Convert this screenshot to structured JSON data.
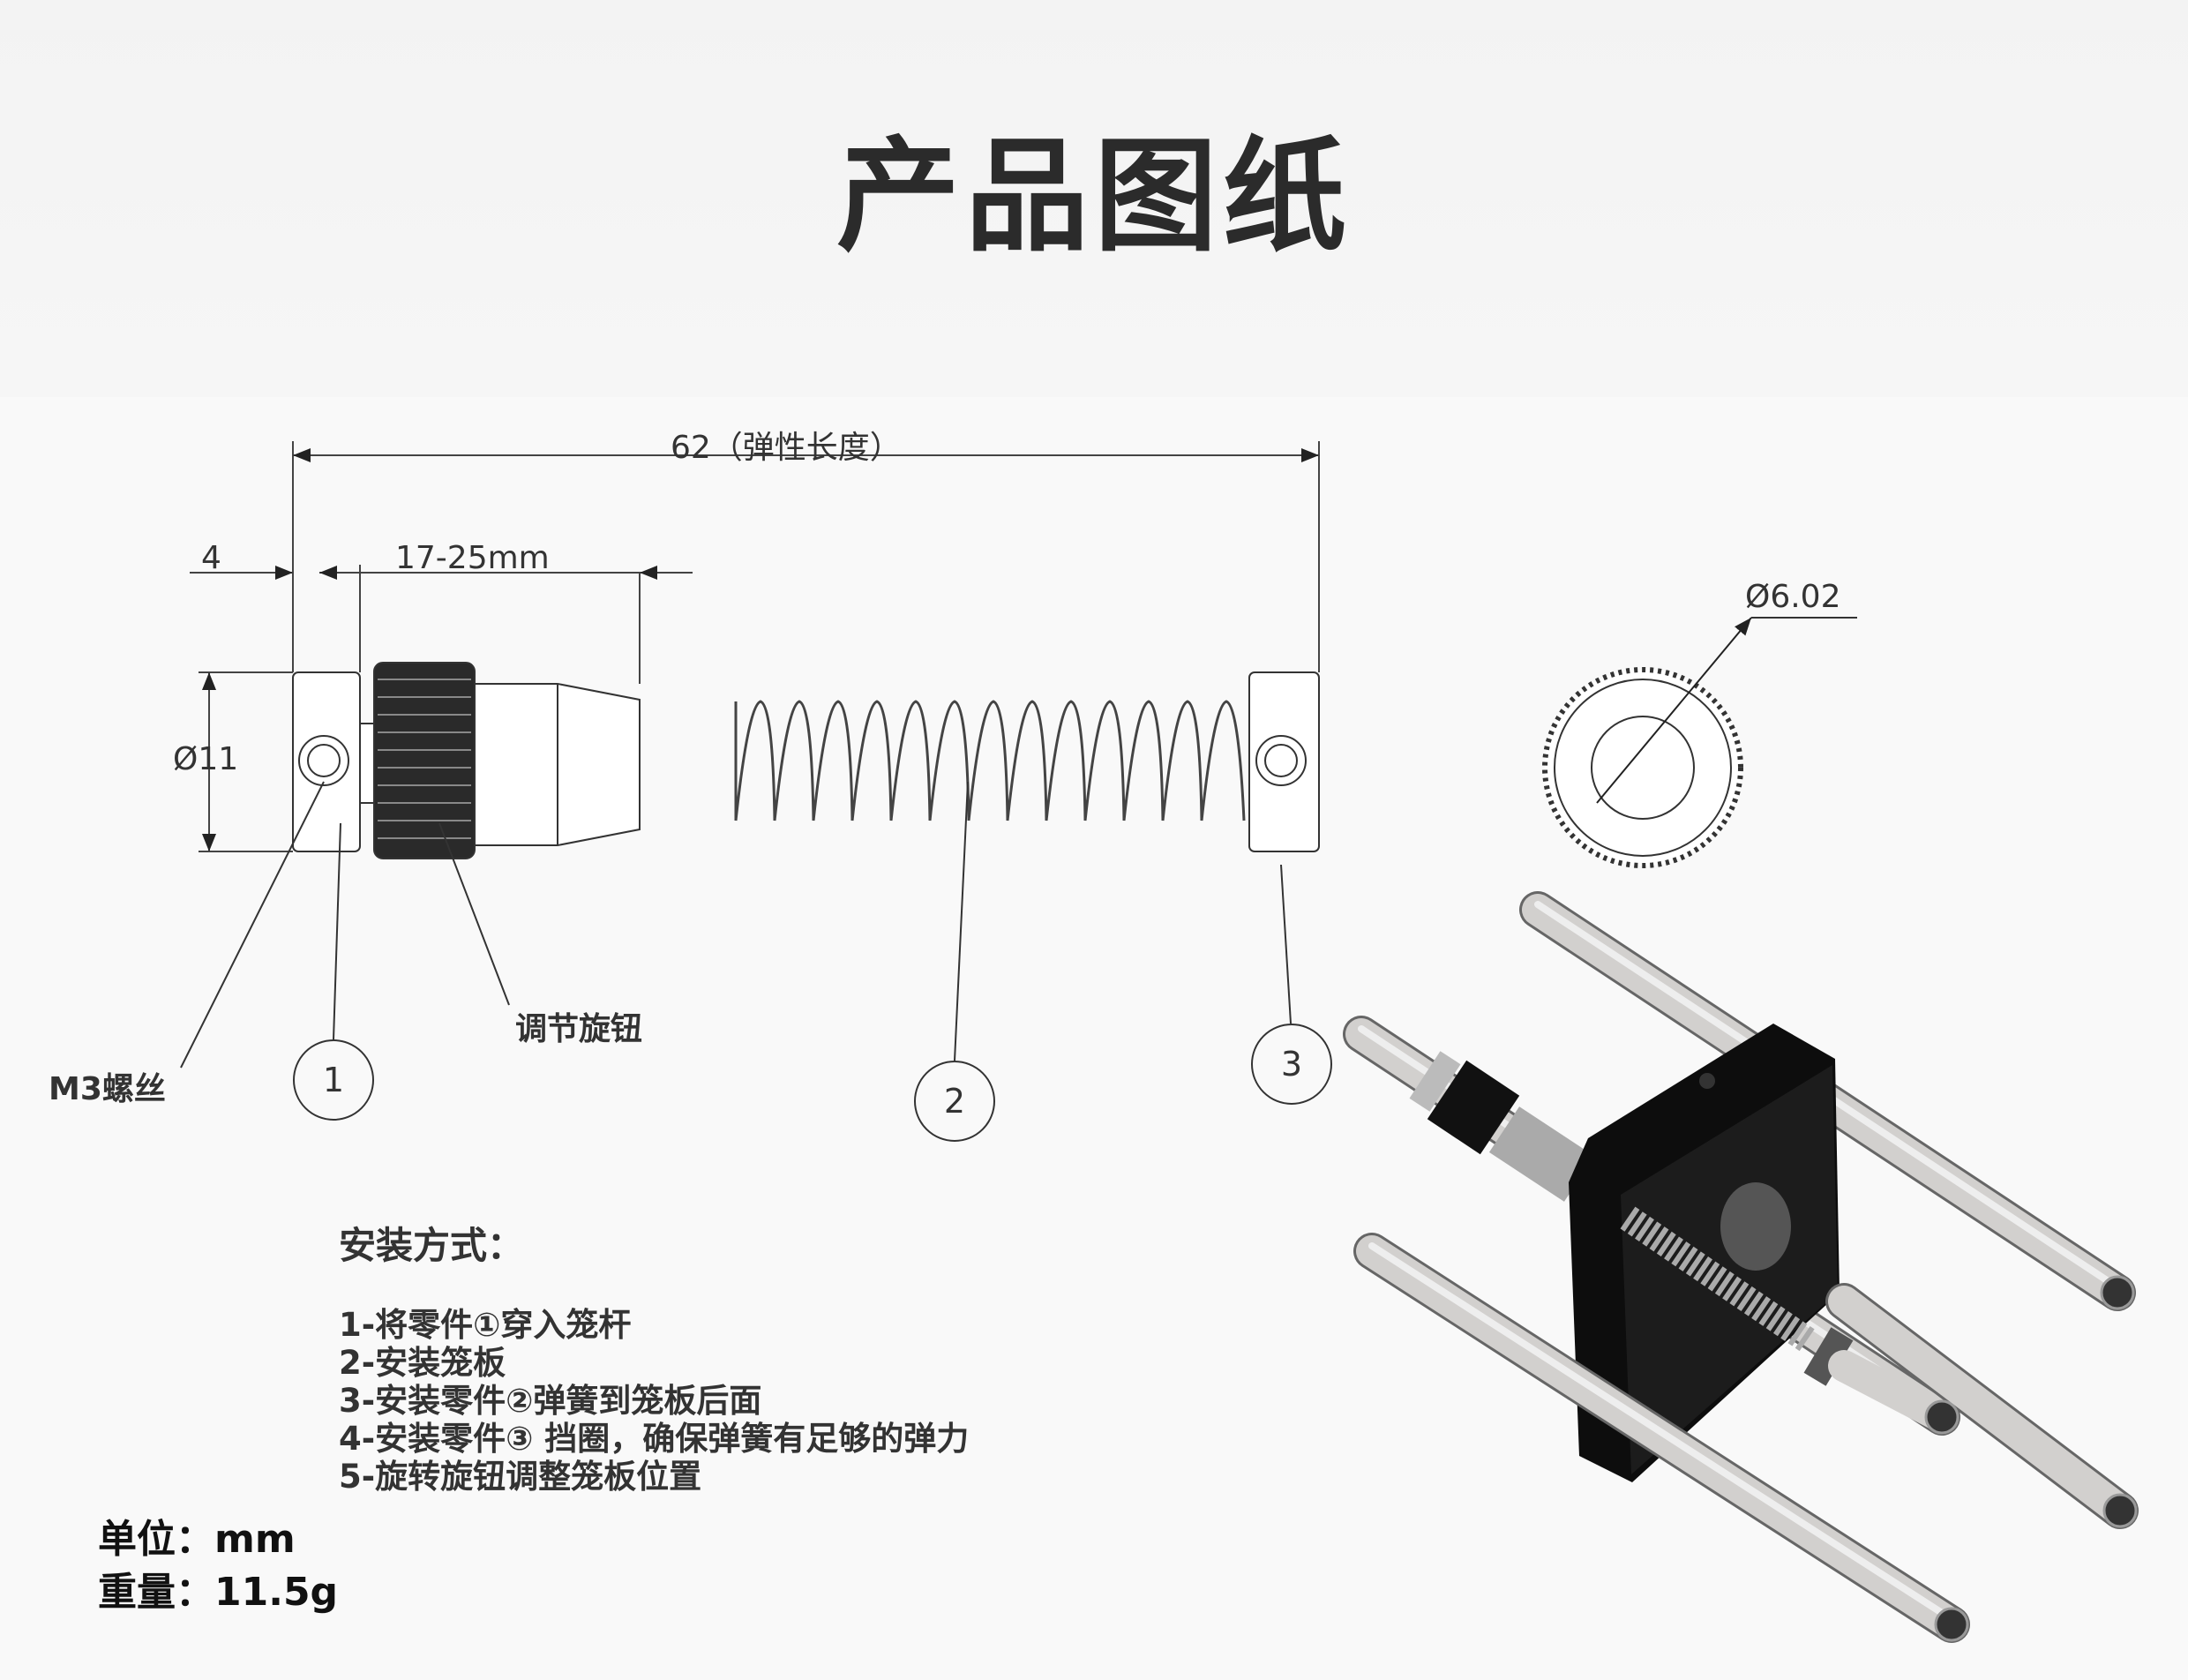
{
  "title": "产品图纸",
  "dimensions": {
    "overall": "62（弹性长度）",
    "collar_width": "4",
    "adjust_range": "17-25mm",
    "diameter": "Ø11",
    "end_diameter": "Ø6.02"
  },
  "callouts": {
    "screw": "M3螺丝",
    "knob": "调节旋钮",
    "part1": "1",
    "part2": "2",
    "part3": "3"
  },
  "instructions": {
    "heading": "安装方式：",
    "steps": [
      "1-将零件①穿入笼杆",
      "2-安装笼板",
      "3-安装零件②弹簧到笼板后面",
      "4-安装零件③ 挡圈，确保弹簧有足够的弹力",
      "5-旋转旋钮调整笼板位置"
    ]
  },
  "specs": {
    "unit": "单位：mm",
    "weight": "重量：11.5g"
  }
}
